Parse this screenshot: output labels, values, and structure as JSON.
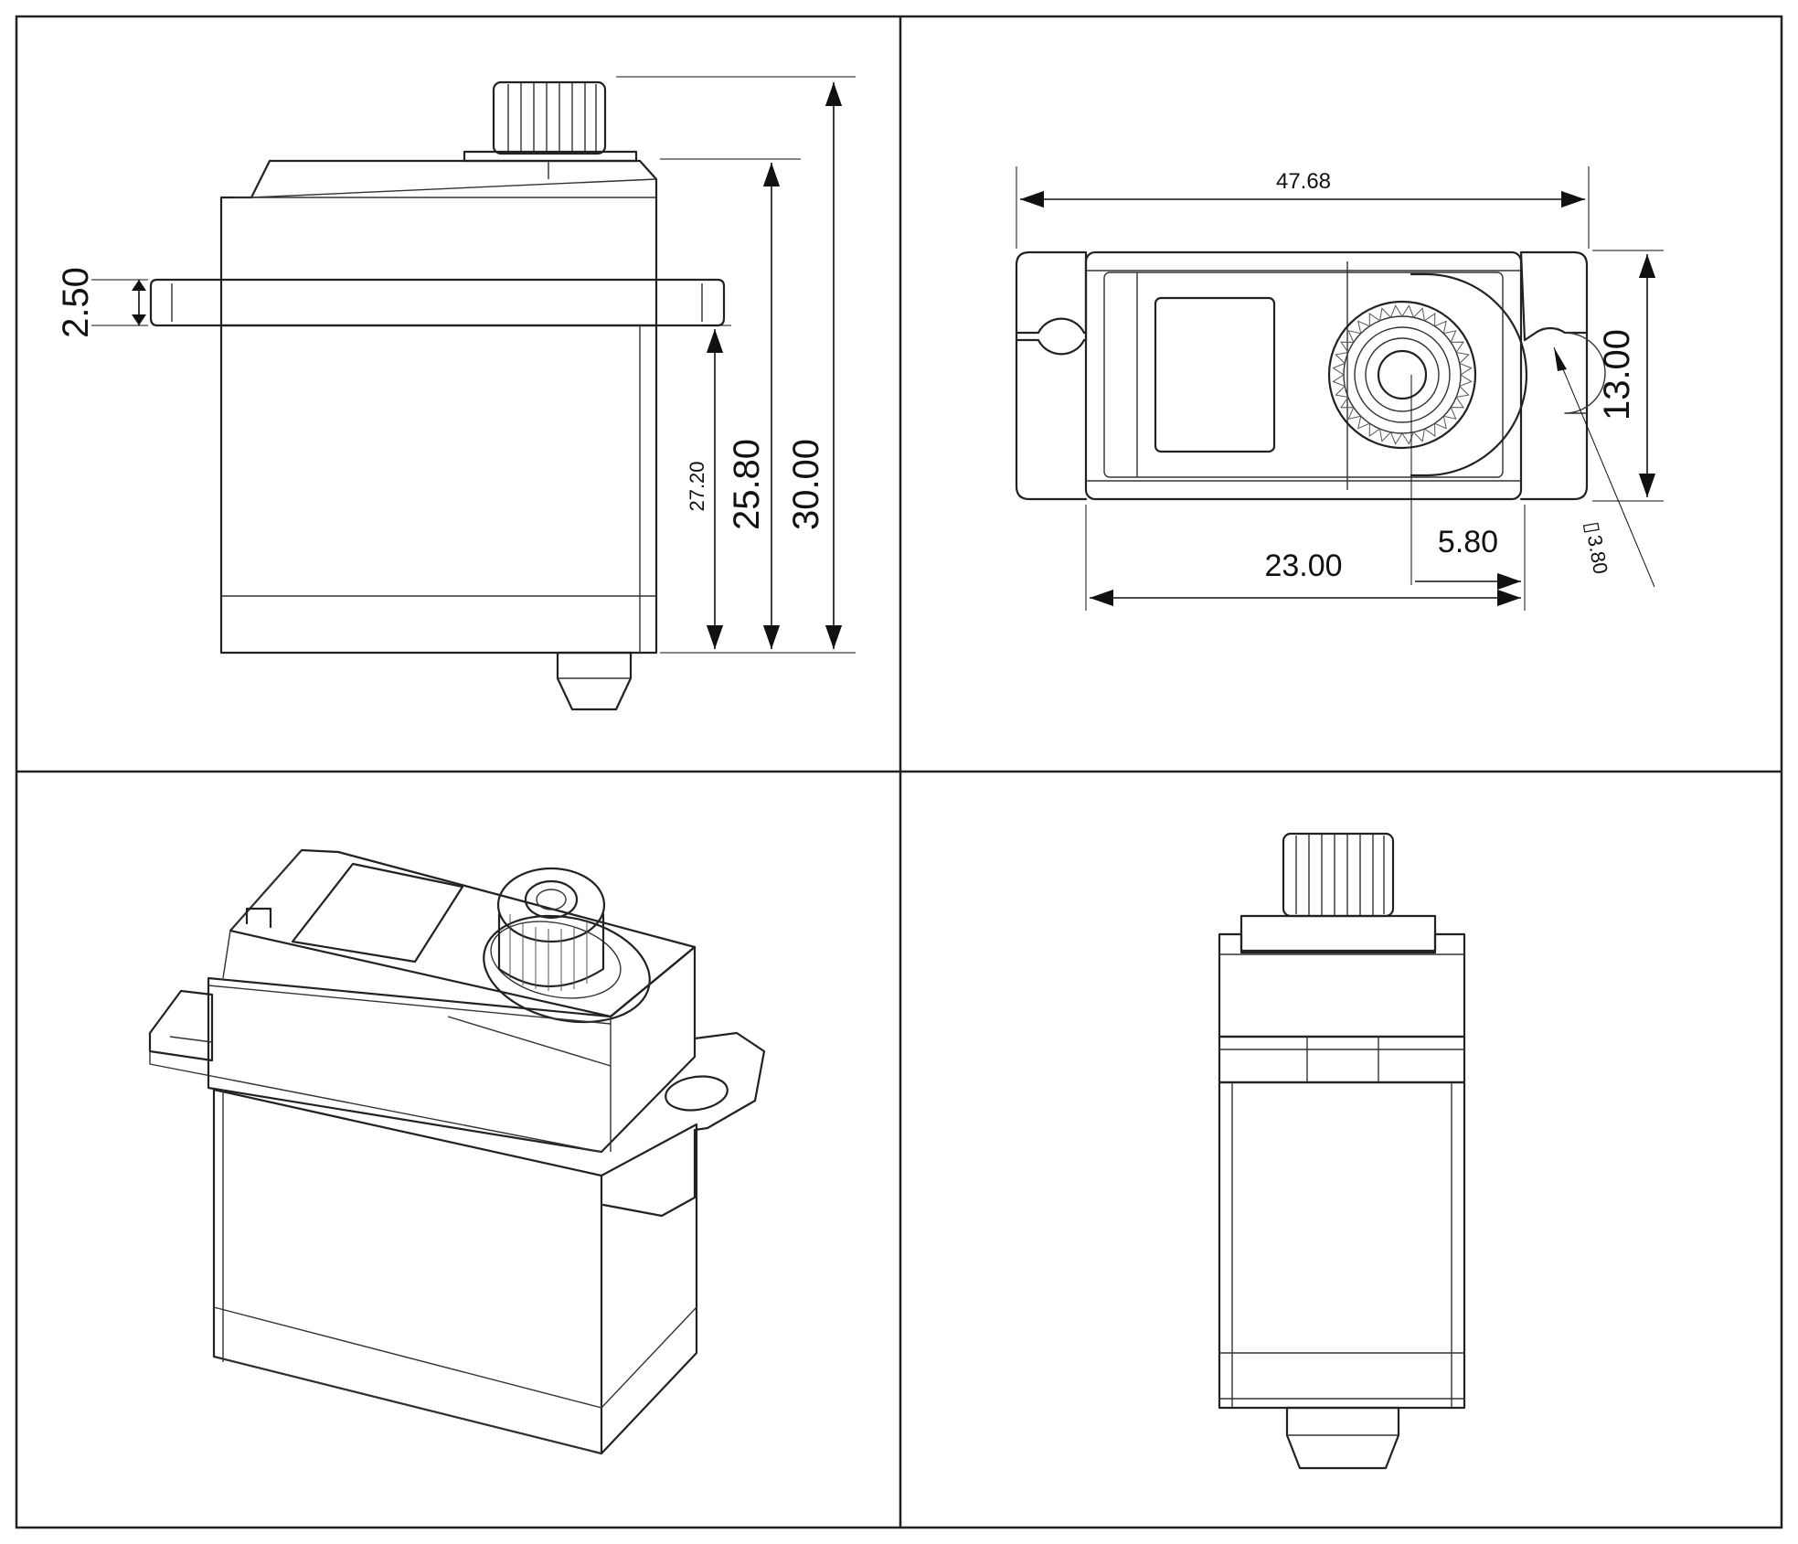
{
  "dimensions": {
    "flange_thickness": "2.50",
    "case_height_below_flange": "27.20",
    "height_to_top_of_case": "25.80",
    "overall_height": "30.00",
    "overall_length": "47.68",
    "width": "13.00",
    "mount_spacing": "23.00",
    "spline_offset": "5.80",
    "mount_hole_diameter": "3.80"
  },
  "symbols": {
    "hole_symbol": "▯"
  },
  "views": [
    "side-view",
    "top-view",
    "isometric-view",
    "end-view"
  ]
}
